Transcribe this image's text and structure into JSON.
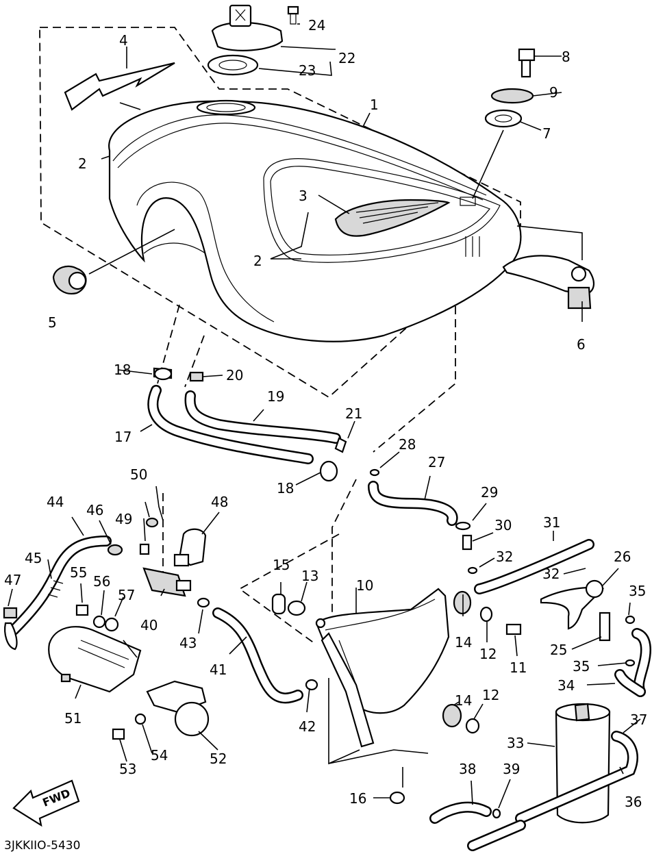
{
  "diagram_code": "3JKKIIO-5430",
  "fwd_label": "FWD",
  "callouts": {
    "c1": "1",
    "c2a": "2",
    "c2b": "2",
    "c3": "3",
    "c4": "4",
    "c5": "5",
    "c6": "6",
    "c7": "7",
    "c8": "8",
    "c9": "9",
    "c10": "10",
    "c11": "11",
    "c12a": "12",
    "c12b": "12",
    "c13": "13",
    "c14a": "14",
    "c14b": "14",
    "c15": "15",
    "c16": "16",
    "c17": "17",
    "c18a": "18",
    "c18b": "18",
    "c19": "19",
    "c20": "20",
    "c21": "21",
    "c22": "22",
    "c23": "23",
    "c24": "24",
    "c25": "25",
    "c26": "26",
    "c27": "27",
    "c28": "28",
    "c29": "29",
    "c30": "30",
    "c31": "31",
    "c32a": "32",
    "c32b": "32",
    "c33": "33",
    "c34": "34",
    "c35a": "35",
    "c35b": "35",
    "c36": "36",
    "c37": "37",
    "c38": "38",
    "c39": "39",
    "c40": "40",
    "c41": "41",
    "c42": "42",
    "c43": "43",
    "c44": "44",
    "c45": "45",
    "c46": "46",
    "c47": "47",
    "c48": "48",
    "c49": "49",
    "c50": "50",
    "c51": "51",
    "c52": "52",
    "c53": "53",
    "c54": "54",
    "c55": "55",
    "c56": "56",
    "c57": "57"
  }
}
